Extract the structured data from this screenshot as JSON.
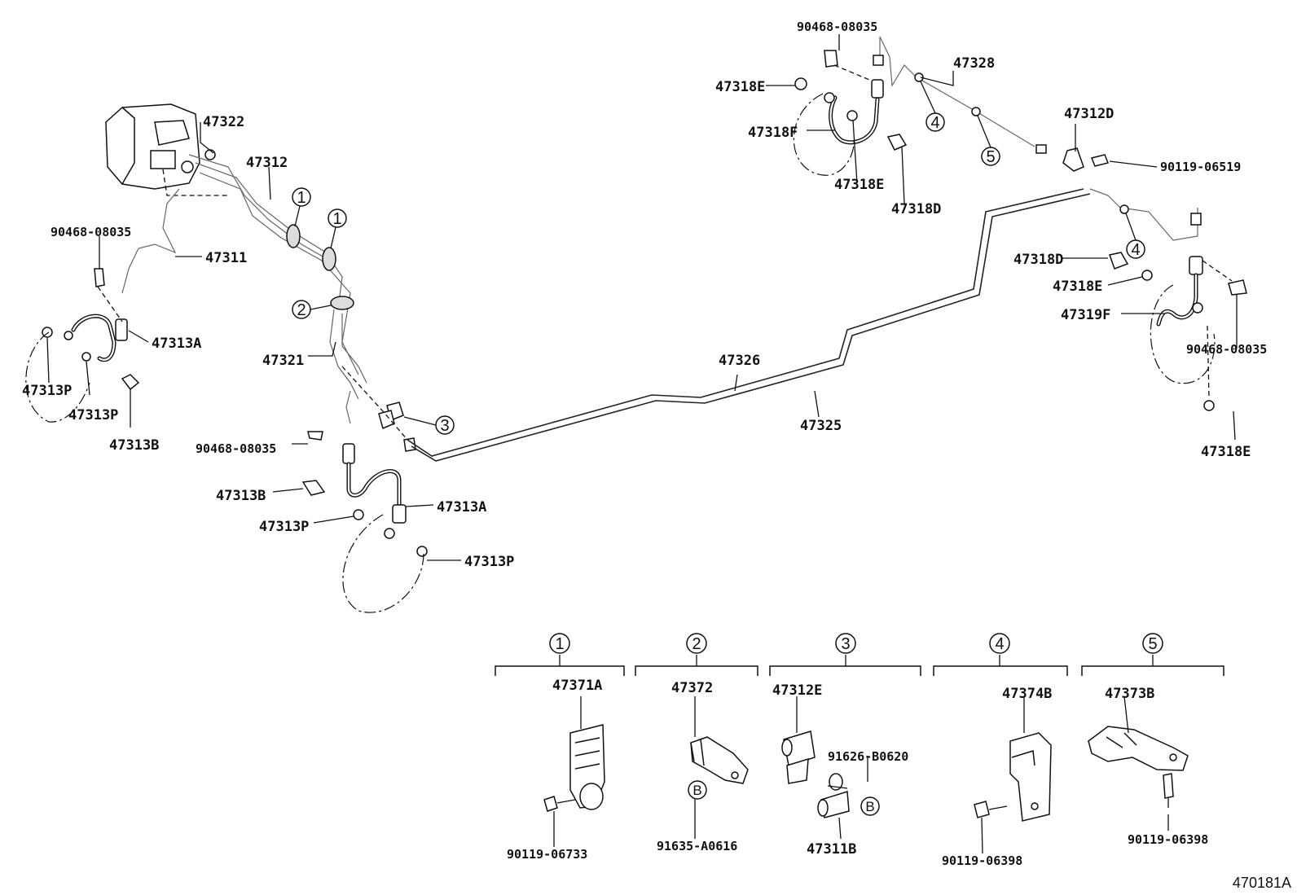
{
  "labels": {
    "p47322": "47322",
    "p47312": "47312",
    "p47311": "47311",
    "p90468_a": "90468-08035",
    "p47313A_a": "47313A",
    "p47313P_a": "47313P",
    "p47313P_b": "47313P",
    "p47313B_a": "47313B",
    "p47321": "47321",
    "p90468_b": "90468-08035",
    "p47313B_b": "47313B",
    "p47313P_c": "47313P",
    "p47313A_b": "47313A",
    "p47313P_d": "47313P",
    "p47326": "47326",
    "p47325": "47325",
    "p90468_c": "90468-08035",
    "p47318E_a": "47318E",
    "p47318F": "47318F",
    "p47318E_b": "47318E",
    "p47318D_a": "47318D",
    "p47328": "47328",
    "p47312D": "47312D",
    "p90119_06519": "90119-06519",
    "p47318D_b": "47318D",
    "p47318E_c": "47318E",
    "p47319F": "47319F",
    "p90468_d": "90468-08035",
    "p47318E_d": "47318E",
    "p47371A": "47371A",
    "p90119_06733": "90119-06733",
    "p47372": "47372",
    "p91635": "91635-A0616",
    "p47312E": "47312E",
    "p91626": "91626-B0620",
    "p47311B": "47311B",
    "p47374B": "47374B",
    "p90119_06398_a": "90119-06398",
    "p47373B": "47373B",
    "p90119_06398_b": "90119-06398"
  },
  "callouts": {
    "c1": "1",
    "c2": "2",
    "c3": "3",
    "c4": "4",
    "c5": "5",
    "b": "B"
  },
  "diagram_code": "470181A"
}
